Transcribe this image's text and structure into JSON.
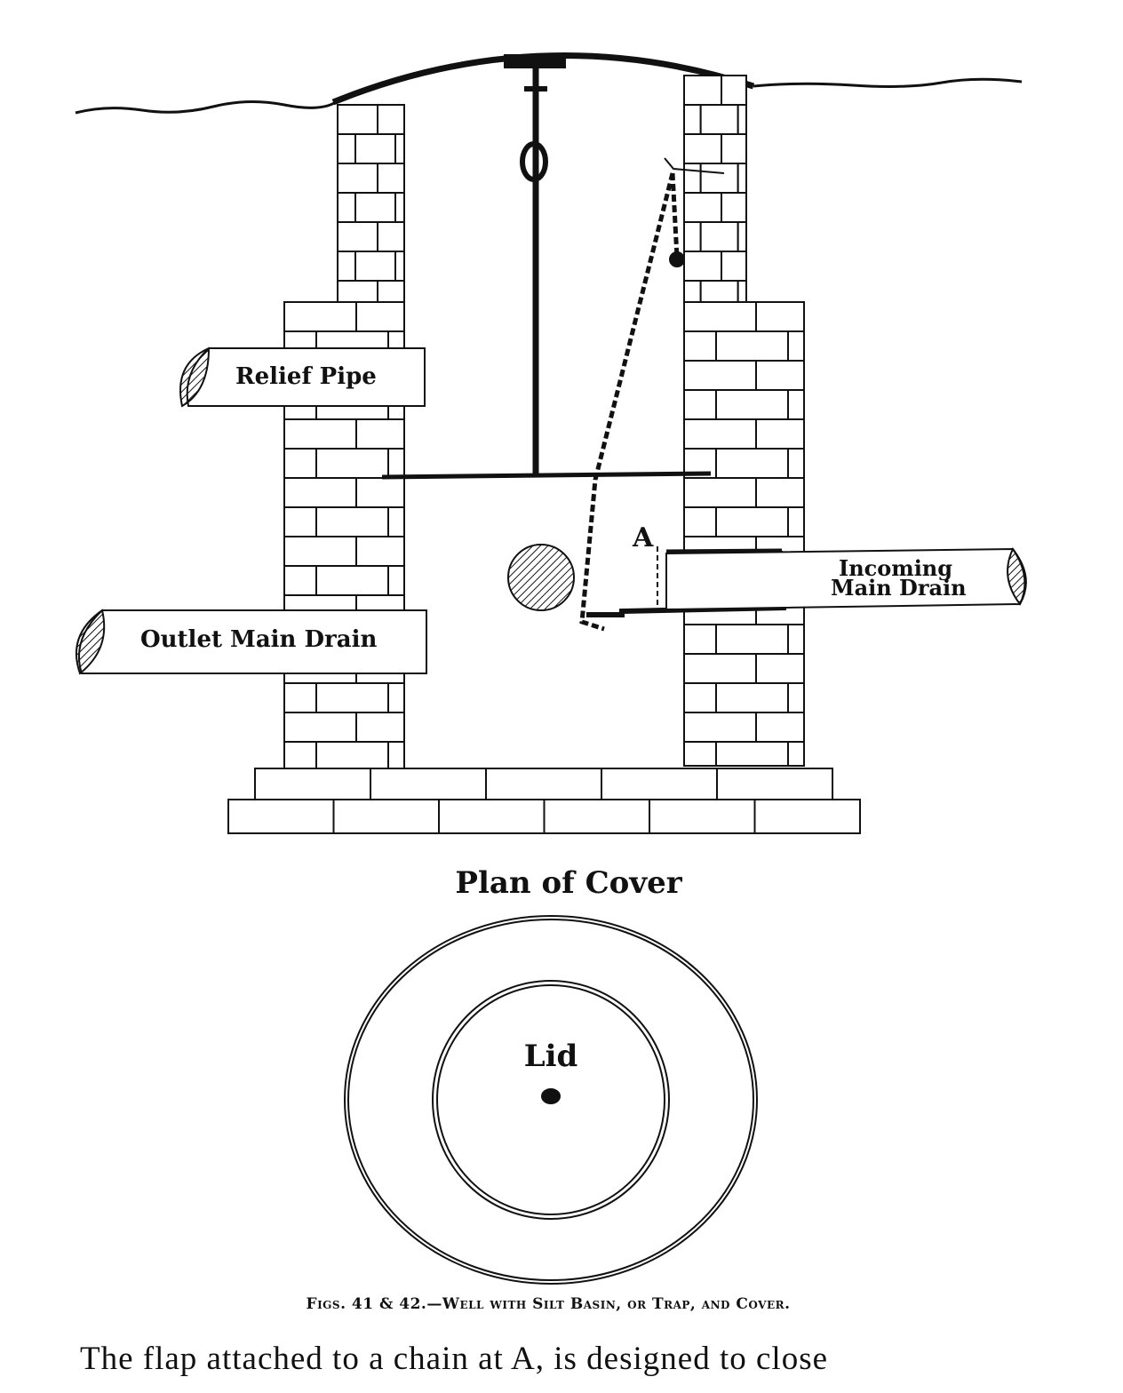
{
  "figure": {
    "labels": {
      "relief_pipe": "Relief Pipe",
      "outlet_main_drain": "Outlet Main Drain",
      "incoming_main_drain_line1": "Incoming",
      "incoming_main_drain_line2": "Main Drain",
      "flap_marker": "A",
      "plan_title": "Plan of Cover",
      "lid": "Lid"
    },
    "caption": "Figs. 41 & 42.—Well with Silt Basin, or Trap, and Cover."
  },
  "body_text": "The flap attached to a chain at A, is designed to close"
}
